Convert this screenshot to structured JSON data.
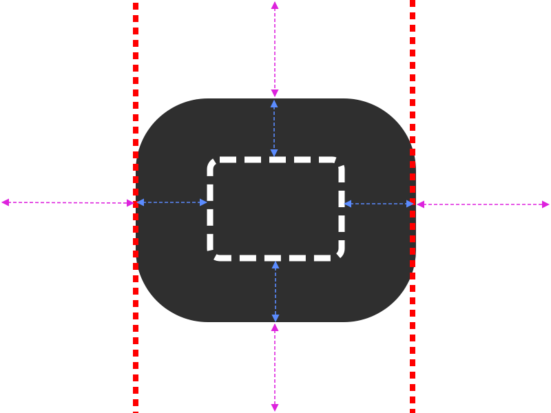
{
  "colors": {
    "background": "#ffffff",
    "box": "#2f2f2f",
    "content_border": "#ffffff",
    "container_edges": "#ff0000",
    "margin_arrows": "#dd22dd",
    "padding_arrows": "#5b8cff"
  },
  "diagram": {
    "type": "box-model",
    "content_border_style": "dashed",
    "container_edges_style": "dotted",
    "arrow_style": "dashed-double-headed"
  }
}
